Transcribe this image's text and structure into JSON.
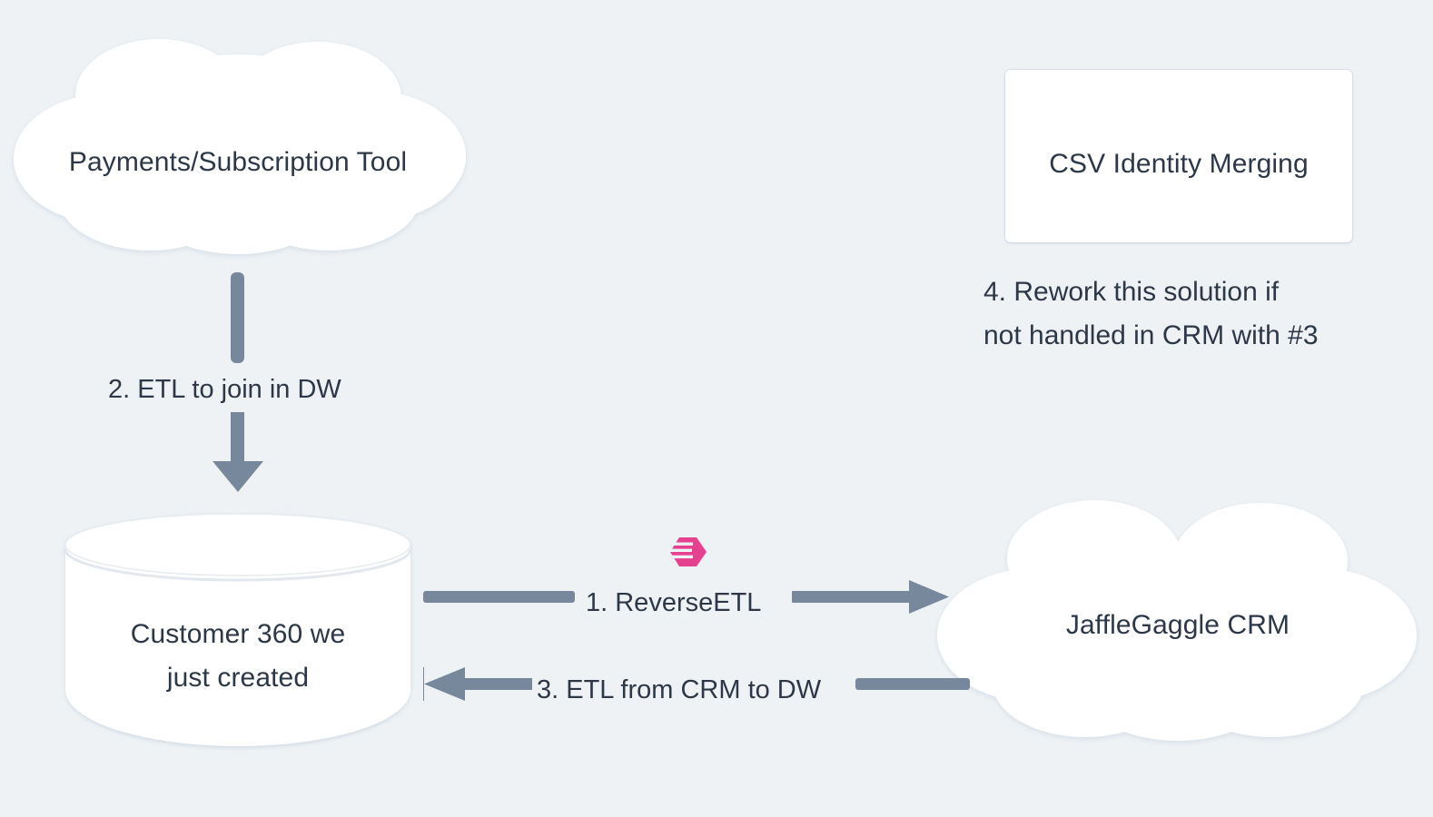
{
  "diagram": {
    "title_present": false,
    "background_color": "#eef2f5",
    "text_color": "#2c3848",
    "arrow_color": "#78889c",
    "node_fill": "#ffffff",
    "accent_color": "#e6418f"
  },
  "nodes": {
    "payments_cloud": {
      "label": "Payments/Subscription Tool",
      "shape": "cloud"
    },
    "csv_box": {
      "label": "CSV Identity Merging",
      "shape": "rectangle"
    },
    "warehouse_cylinder": {
      "label": "Customer 360 we\njust created",
      "shape": "cylinder"
    },
    "crm_cloud": {
      "label": "JaffleGaggle CRM",
      "shape": "cloud"
    }
  },
  "edges": [
    {
      "id": "reverse-etl",
      "label": "1. ReverseETL",
      "direction": "right",
      "from": "warehouse_cylinder",
      "to": "crm_cloud"
    },
    {
      "id": "etl-join-dw",
      "label": "2. ETL to join in DW",
      "direction": "down",
      "from": "payments_cloud",
      "to": "warehouse_cylinder"
    },
    {
      "id": "etl-crm-to-dw",
      "label": "3. ETL from CRM to DW",
      "direction": "left",
      "from": "crm_cloud",
      "to": "warehouse_cylinder"
    }
  ],
  "notes": {
    "rework_note": "4. Rework this solution if\nnot handled in CRM with #3"
  },
  "icons": {
    "hightouch_logo": "hightouch-logo-icon"
  }
}
